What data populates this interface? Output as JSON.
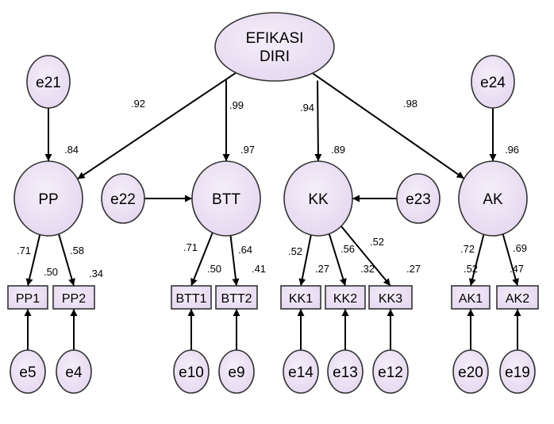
{
  "colors": {
    "fill": "#e6dcf0",
    "stroke": "#333333",
    "edge": "#000000"
  },
  "top": {
    "id": "efikasi",
    "line1": "EFIKASI",
    "line2": "DIRI"
  },
  "factors": [
    {
      "id": "pp",
      "label": "PP",
      "r2": ".84"
    },
    {
      "id": "btt",
      "label": "BTT",
      "r2": ".97"
    },
    {
      "id": "kk",
      "label": "KK",
      "r2": ".89"
    },
    {
      "id": "ak",
      "label": "AK",
      "r2": ".96"
    }
  ],
  "top_loadings": [
    ".92",
    ".99",
    ".94",
    ".98"
  ],
  "disturbances": [
    {
      "id": "e21",
      "label": "e21",
      "target": "pp"
    },
    {
      "id": "e22",
      "label": "e22",
      "target": "btt"
    },
    {
      "id": "e23",
      "label": "e23",
      "target": "kk"
    },
    {
      "id": "e24",
      "label": "e24",
      "target": "ak"
    }
  ],
  "indicators": [
    {
      "id": "pp1",
      "label": "PP1",
      "factor": "pp",
      "loading": ".71",
      "r2": ".50",
      "error": "e5"
    },
    {
      "id": "pp2",
      "label": "PP2",
      "factor": "pp",
      "loading": ".58",
      "r2": ".34",
      "error": "e4"
    },
    {
      "id": "btt1",
      "label": "BTT1",
      "factor": "btt",
      "loading": ".71",
      "r2": ".50",
      "error": "e10"
    },
    {
      "id": "btt2",
      "label": "BTT2",
      "factor": "btt",
      "loading": ".64",
      "r2": ".41",
      "error": "e9"
    },
    {
      "id": "kk1",
      "label": "KK1",
      "factor": "kk",
      "loading": ".52",
      "r2": ".27",
      "error": "e14"
    },
    {
      "id": "kk2",
      "label": "KK2",
      "factor": "kk",
      "loading": ".56",
      "r2": ".32",
      "error": "e13"
    },
    {
      "id": "kk3",
      "label": "KK3",
      "factor": "kk",
      "loading": ".52",
      "r2": ".27",
      "error": "e12"
    },
    {
      "id": "ak1",
      "label": "AK1",
      "factor": "ak",
      "loading": ".72",
      "r2": ".52",
      "error": "e20"
    },
    {
      "id": "ak2",
      "label": "AK2",
      "factor": "ak",
      "loading": ".69",
      "r2": ".47",
      "error": "e19"
    }
  ]
}
